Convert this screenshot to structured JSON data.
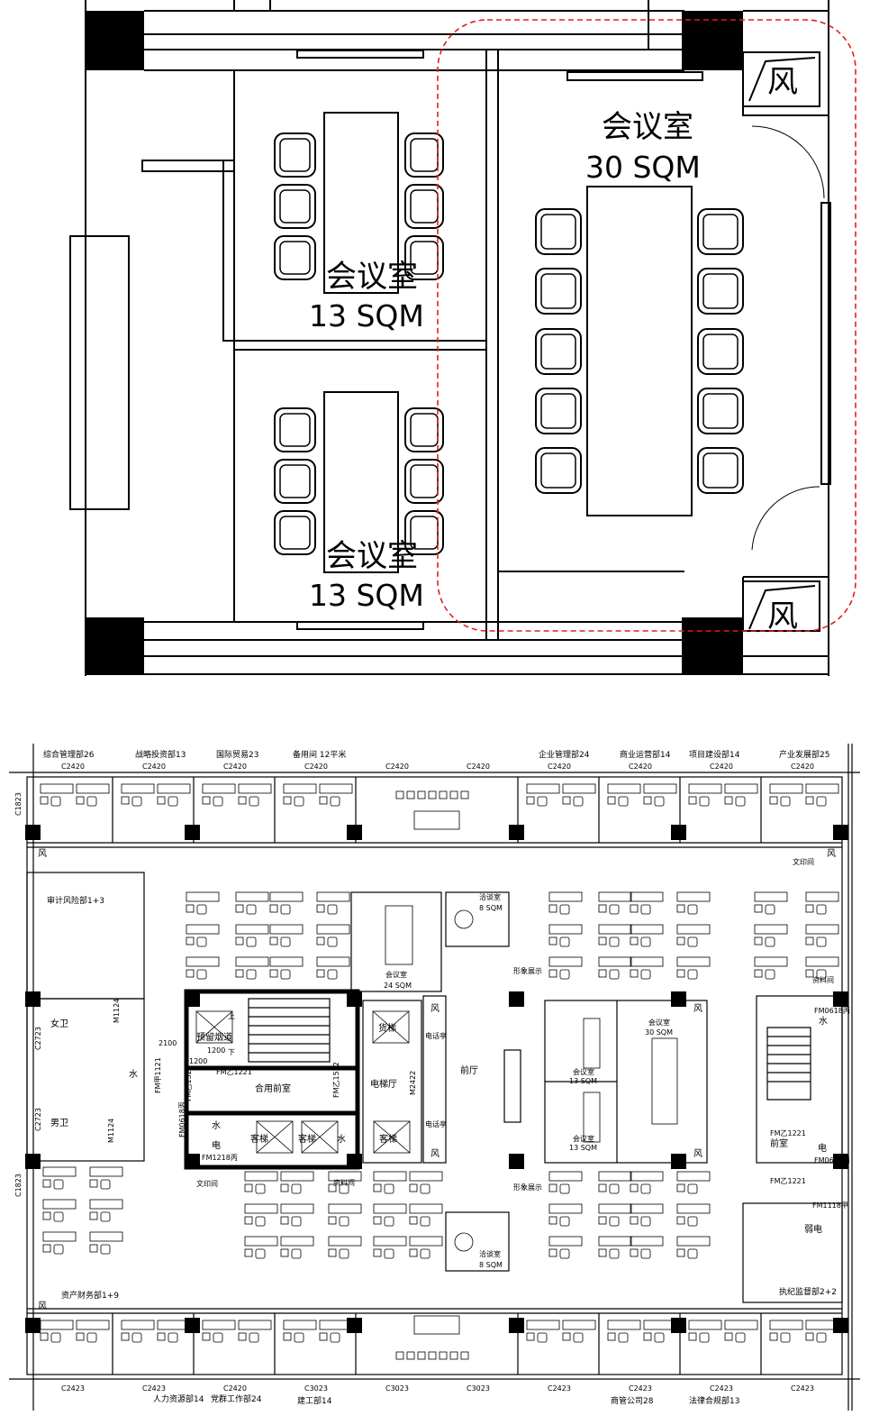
{
  "detail": {
    "small_room_top": {
      "name": "会议室",
      "area": "13 SQM"
    },
    "small_room_bottom": {
      "name": "会议室",
      "area": "13 SQM"
    },
    "large_room": {
      "name": "会议室",
      "area": "30 SQM"
    },
    "shaft_top": "风",
    "shaft_bottom": "风",
    "highlight_color": "#e0201e"
  },
  "plan": {
    "top_departments": [
      "综合管理部26",
      "战略投资部13",
      "国际贸易23",
      "备用间 12平米",
      "企业管理部24",
      "商业运营部14",
      "项目建设部14",
      "产业发展部25"
    ],
    "top_windows": [
      "C2420",
      "C2420",
      "C2420",
      "C2420",
      "C2420",
      "C2420",
      "C2420",
      "C2420",
      "C2420",
      "C2420"
    ],
    "bottom_windows": [
      "C2423",
      "C2423",
      "C2420",
      "C3023",
      "C3023",
      "C3023",
      "C2423",
      "C2423",
      "C2423",
      "C2423"
    ],
    "bottom_departments": [
      "人力资源部14",
      "党群工作部24",
      "建工部14",
      "商管公司28",
      "法律合规部13"
    ],
    "left_departments": [
      "审计风险部1+3",
      "资产财务部1+9"
    ],
    "right_departments": [
      "执纪监督部2+2"
    ],
    "side_windows": [
      "C1823",
      "C1823",
      "C2723",
      "C2723"
    ],
    "rooms": {
      "meeting_24": "会议室",
      "meeting_24_area": "24 SQM",
      "negotiation_top": "洽谈室",
      "negotiation_top_area": "8 SQM",
      "negotiation_bottom": "洽谈室",
      "negotiation_bottom_area": "8 SQM",
      "display_top": "形象展示",
      "display_bottom": "形象展示",
      "lobby": "前厅",
      "meeting_13a": "会议室",
      "meeting_13a_area": "13 SQM",
      "meeting_13b": "会议室",
      "meeting_13b_area": "13 SQM",
      "meeting_30": "会议室",
      "meeting_30_area": "30 SQM",
      "phone_top": "电话亭",
      "phone_bottom": "电话亭",
      "elevator_hall": "电梯厅",
      "shared_anteroom": "合用前室",
      "flue": "预留烟道",
      "freight_elevator": "货梯",
      "passenger_1": "客梯",
      "passenger_2": "客梯",
      "passenger_3": "客梯",
      "water_1": "水",
      "power_1": "电",
      "water_2": "水",
      "water_3": "水",
      "power_2": "电",
      "water_4": "水",
      "women_wc": "女卫",
      "men_wc": "男卫",
      "print_left": "文印间",
      "print_right": "文印间",
      "archive_left": "资料间",
      "archive_right": "资料间",
      "weak_power": "弱电",
      "anteroom_right": "前室",
      "stairs_up": "上",
      "stairs_down": "下"
    },
    "dimensions": [
      "2100",
      "1200",
      "1200"
    ],
    "doors": [
      "M1124",
      "M1124",
      "FM乙1221",
      "FM乙1521",
      "FM乙1522",
      "M2422",
      "FM甲1121",
      "FM0618丙",
      "FM1218丙",
      "FM0618丙",
      "FM乙1221",
      "FM乙1221",
      "FM1118甲",
      "FM0618丙"
    ],
    "shaft_label": "风"
  }
}
